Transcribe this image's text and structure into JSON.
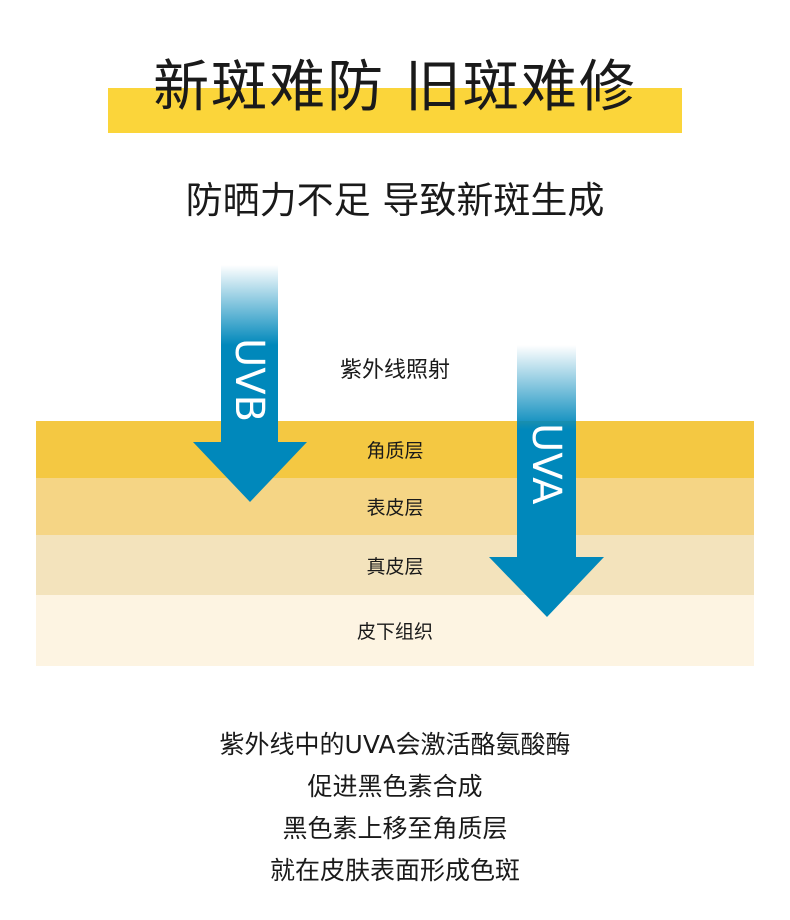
{
  "title": "新斑难防 旧斑难修",
  "subtitle": "防晒力不足 导致新斑生成",
  "uv_label": "紫外线照射",
  "arrows": [
    {
      "label": "UVB"
    },
    {
      "label": "UVA"
    }
  ],
  "layers": [
    {
      "label": "角质层",
      "color": "#f4c842"
    },
    {
      "label": "表皮层",
      "color": "#f5d585"
    },
    {
      "label": "真皮层",
      "color": "#f3e3bc"
    },
    {
      "label": "皮下组织",
      "color": "#fdf4e2"
    }
  ],
  "arrow_color": "#0088bb",
  "footer": [
    "紫外线中的UVA会激活酪氨酸酶",
    "促进黑色素合成",
    "黑色素上移至角质层",
    "就在皮肤表面形成色斑"
  ]
}
